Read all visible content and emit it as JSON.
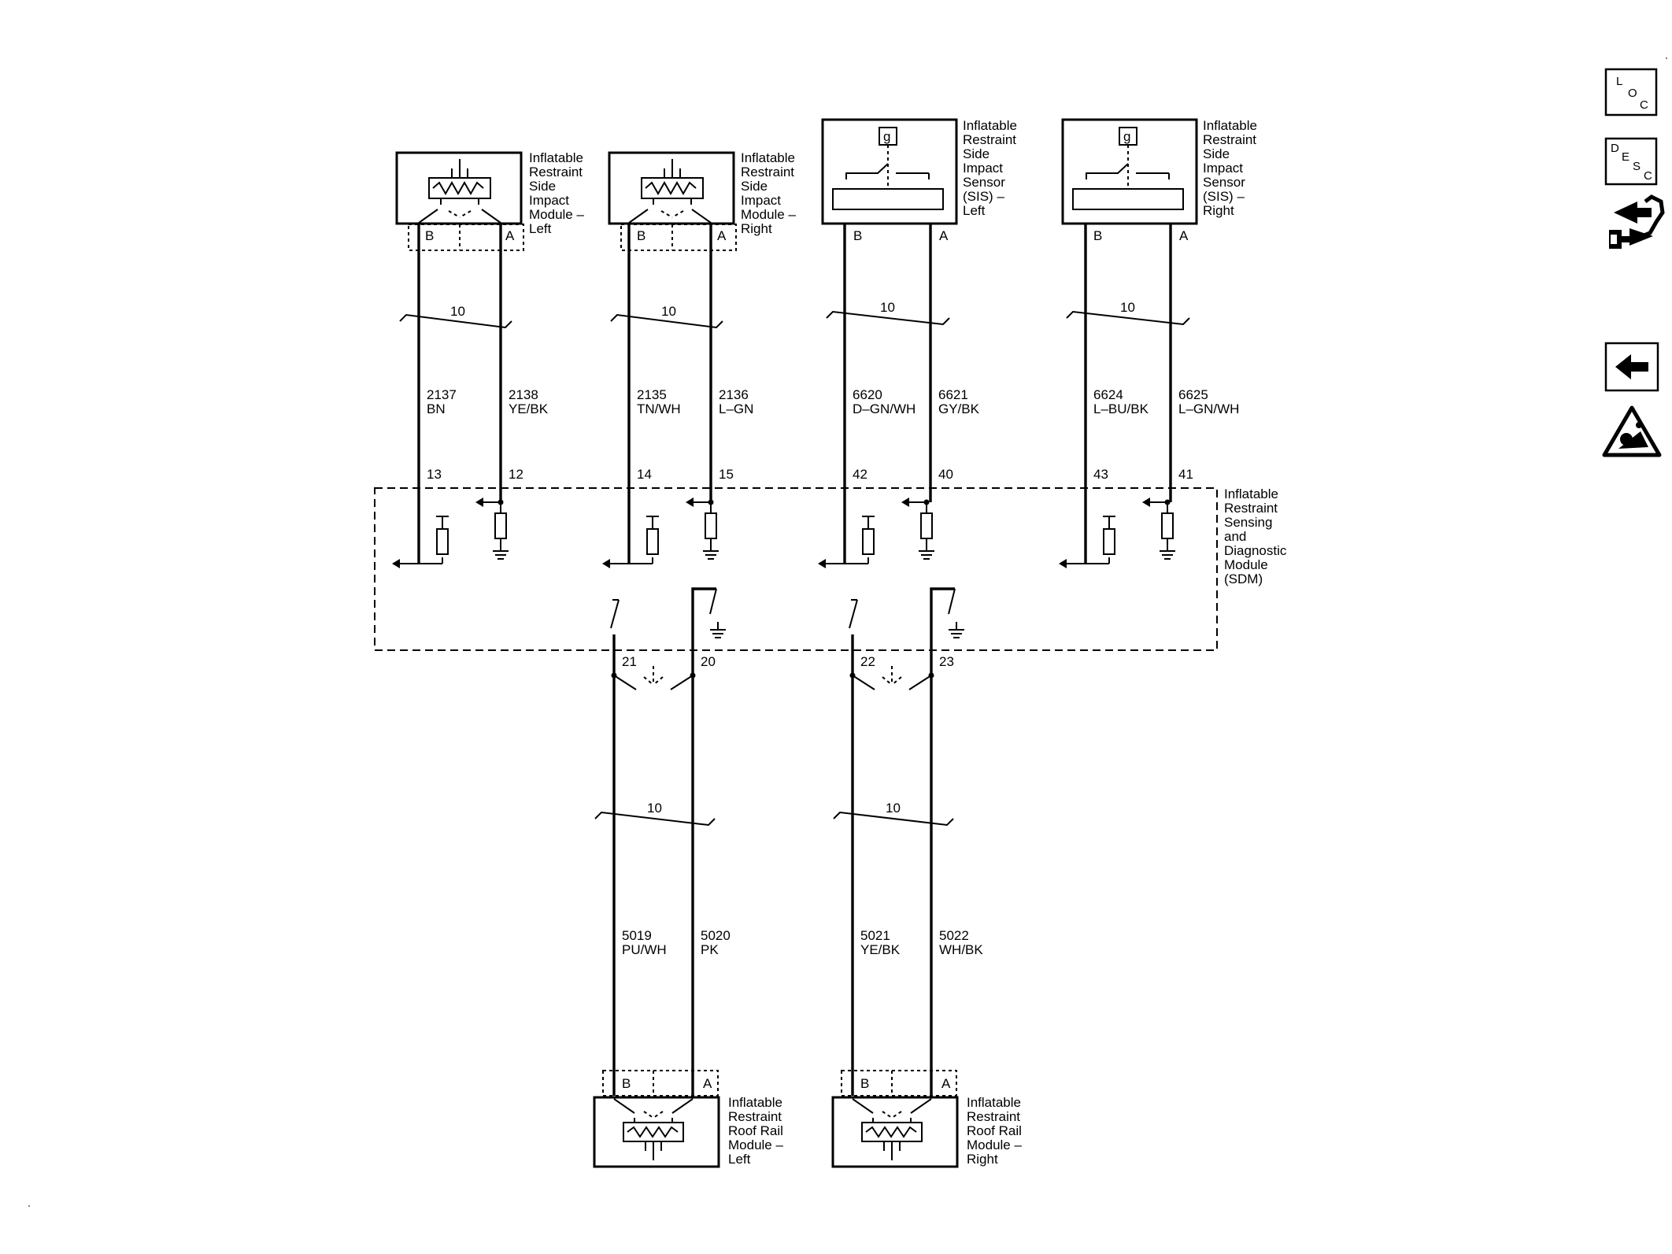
{
  "components": {
    "sim_left": [
      "Inflatable",
      "Restraint",
      "Side",
      "Impact",
      "Module –",
      "Left"
    ],
    "sim_right": [
      "Inflatable",
      "Restraint",
      "Side",
      "Impact",
      "Module –",
      "Right"
    ],
    "sis_left": [
      "Inflatable",
      "Restraint",
      "Side",
      "Impact",
      "Sensor",
      "(SIS) –",
      "Left"
    ],
    "sis_right": [
      "Inflatable",
      "Restraint",
      "Side",
      "Impact",
      "Sensor",
      "(SIS) –",
      "Right"
    ],
    "sdm": [
      "Inflatable",
      "Restraint",
      "Sensing",
      "and",
      "Diagnostic",
      "Module",
      "(SDM)"
    ],
    "rrm_left": [
      "Inflatable",
      "Restraint",
      "Roof Rail",
      "Module –",
      "Left"
    ],
    "rrm_right": [
      "Inflatable",
      "Restraint",
      "Roof Rail",
      "Module –",
      "Right"
    ]
  },
  "sensor_symbol": "g",
  "terminals": {
    "b": "B",
    "a": "A"
  },
  "splice_label": "10",
  "wires": [
    {
      "circuit": "2137",
      "color": "BN",
      "pin": "13"
    },
    {
      "circuit": "2138",
      "color": "YE/BK",
      "pin": "12"
    },
    {
      "circuit": "2135",
      "color": "TN/WH",
      "pin": "14"
    },
    {
      "circuit": "2136",
      "color": "L–GN",
      "pin": "15"
    },
    {
      "circuit": "6620",
      "color": "D–GN/WH",
      "pin": "42"
    },
    {
      "circuit": "6621",
      "color": "GY/BK",
      "pin": "40"
    },
    {
      "circuit": "6624",
      "color": "L–BU/BK",
      "pin": "43"
    },
    {
      "circuit": "6625",
      "color": "L–GN/WH",
      "pin": "41"
    }
  ],
  "lower_wires": [
    {
      "circuit": "5019",
      "color": "PU/WH",
      "pin": "21"
    },
    {
      "circuit": "5020",
      "color": "PK",
      "pin": "20"
    },
    {
      "circuit": "5021",
      "color": "YE/BK",
      "pin": "22"
    },
    {
      "circuit": "5022",
      "color": "WH/BK",
      "pin": "23"
    }
  ],
  "sidebar": {
    "loc": [
      "L",
      "O",
      "C"
    ],
    "desc": [
      "D",
      "E",
      "S",
      "C"
    ],
    "connector_icon": "connector-icon",
    "back_icon": "back-arrow-icon",
    "warning_icon": "airbag-warning-icon"
  }
}
